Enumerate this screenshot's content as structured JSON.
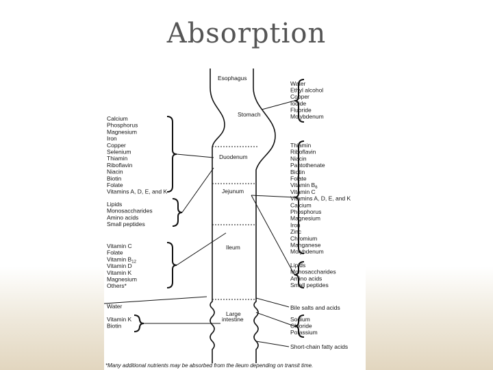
{
  "slide": {
    "title": "Absorption"
  },
  "organs": {
    "esophagus": "Esophagus",
    "stomach": "Stomach",
    "duodenum": "Duodenum",
    "jejunum": "Jejunum",
    "ileum": "Ileum",
    "large_intestine_1": "Large",
    "large_intestine_2": "intestine"
  },
  "left_groups": {
    "duodenum_minerals": [
      "Calcium",
      "Phosphorus",
      "Magnesium",
      "Iron",
      "Copper",
      "Selenium",
      "Thiamin",
      "Riboflavin",
      "Niacin",
      "Biotin",
      "Folate",
      "Vitamins A, D, E, and K"
    ],
    "duodenum_macros": [
      "Lipids",
      "Monosaccharides",
      "Amino acids",
      "Small peptides"
    ],
    "ileum": [
      "Vitamin C",
      "Folate",
      "Vitamin B",
      "Vitamin D",
      "Vitamin K",
      "Magnesium",
      "Others*"
    ],
    "water": [
      "Water"
    ],
    "large_intestine": [
      "Vitamin K",
      "Biotin"
    ]
  },
  "right_groups": {
    "stomach": [
      "Water",
      "Ethyl alcohol",
      "Copper",
      "Iodide",
      "Fluoride",
      "Molybdenum"
    ],
    "jejunum": [
      "Thiamin",
      "Riboflavin",
      "Niacin",
      "Pantothenate",
      "Biotin",
      "Folate",
      "Vitamin B",
      "Vitamin C",
      "Vitamins A, D, E, and K",
      "Calcium",
      "Phosphorus",
      "Magnesium",
      "Iron",
      "Zinc",
      "Chromium",
      "Manganese",
      "Molybdenum"
    ],
    "ileum_macros": [
      "Lipids",
      "Monosaccharides",
      "Amino acids",
      "Small peptides"
    ],
    "bile": [
      "Bile salts and acids"
    ],
    "large_intestine": [
      "Sodium",
      "Chloride",
      "Potassium"
    ],
    "scfa": [
      "Short-chain fatty acids"
    ]
  },
  "b12_subscript": "12",
  "b6_subscript": "6",
  "footnote": "*Many additional nutrients may be absorbed from the ileum depending on transit time."
}
